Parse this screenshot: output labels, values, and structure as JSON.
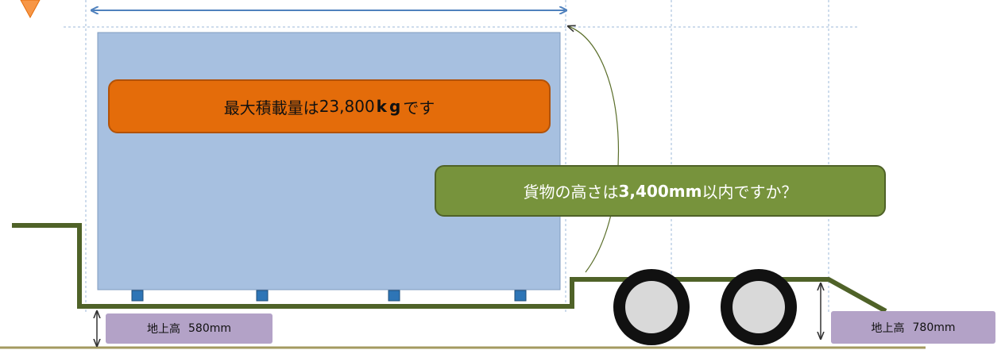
{
  "diagram": {
    "cargo_notice": {
      "prefix": "最大積載量は ",
      "weight": "23,800",
      "unit": "kg",
      "suffix": " です"
    },
    "height_question": {
      "prefix": "貨物の高さは",
      "limit": "3,400mm",
      "suffix": " 以内ですか？"
    },
    "ground_height_left": {
      "label": "地上高",
      "value": "580mm"
    },
    "ground_height_right": {
      "label": "地上高",
      "value": "780mm"
    }
  },
  "colors": {
    "cargo_fill": "#a7c0e0",
    "trailer_frame": "#4f6228",
    "ground": "#a39a60",
    "notice_orange": "#e46c0a",
    "question_green": "#77933c",
    "label_purple": "#b3a2c7",
    "dimension_arrow": "#4f81bd",
    "marker_orange": "#f79646"
  }
}
